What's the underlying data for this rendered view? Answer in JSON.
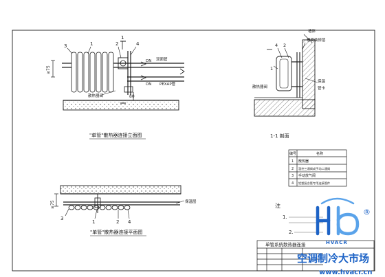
{
  "drawing": {
    "elevation_title": "\"单管\"散热器连接立面图",
    "plan_title": "\"单管\"散热器连接平面图",
    "section_title": "1-1 剖面",
    "section_mark": "1",
    "dim_vertical": "≥75",
    "dim_plan": "≥75",
    "label_pipe": "双面管",
    "label_dn": "DN",
    "label_pex": "PEXAP管",
    "label_valve": "散热器阀",
    "label_80": "80",
    "label_wall": "墙体",
    "label_floor_finish": "楼面装修层",
    "label_insulation": "保温",
    "label_support": "管卡",
    "label_plan_note": "保温层",
    "numbers": [
      "1",
      "2",
      "3",
      "4"
    ]
  },
  "legend": {
    "header": [
      "编号",
      "名称"
    ],
    "rows": [
      [
        "1",
        "散热器"
      ],
      [
        "2",
        "温控三通阀或手动二通阀"
      ],
      [
        "3",
        "手动放气阀"
      ],
      [
        "4",
        "铝塑复合管专用连接管件"
      ]
    ]
  },
  "notes": {
    "title": "注",
    "items": [
      "1.",
      "2."
    ]
  },
  "title_block": {
    "title": "单管系统散热器连接",
    "rows": [
      "",
      "",
      "",
      ""
    ]
  },
  "watermark": {
    "brand": "HVACR",
    "name": "空调制冷大市场",
    "url": "www.hvacr.cn",
    "mark": "®"
  },
  "colors": {
    "line": "#1a1a1a",
    "brand_blue": "#1d63c6",
    "brand_light": "#5aa3ea"
  }
}
